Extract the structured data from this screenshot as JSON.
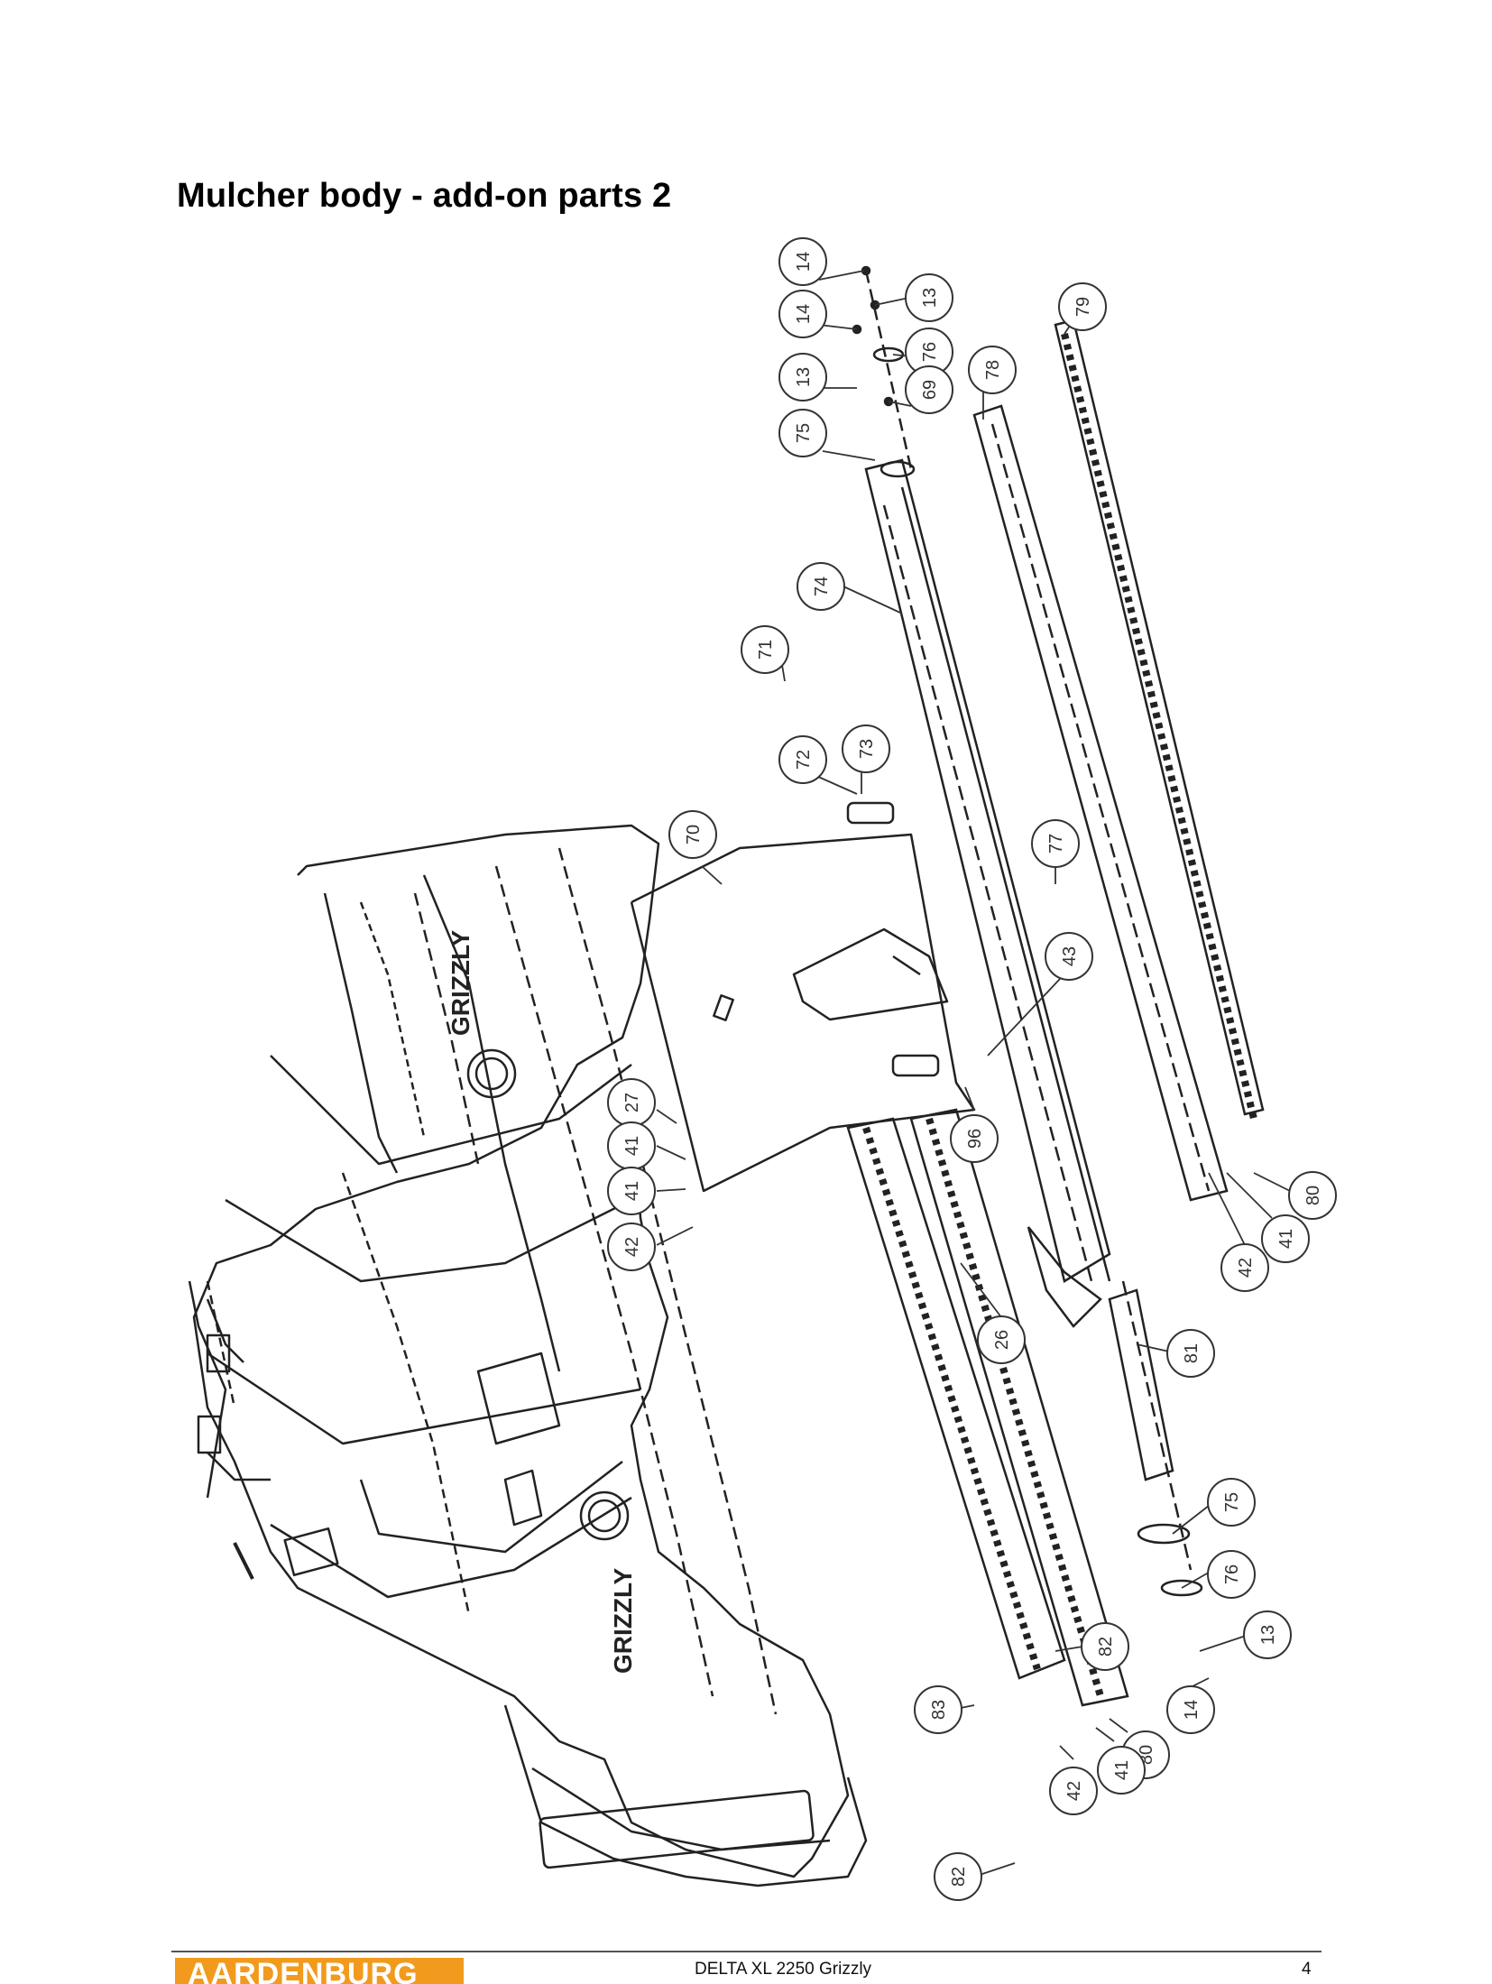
{
  "title": "Mulcher body - add-on parts 2",
  "footer": {
    "brand": "AARDENBURG",
    "model": "DELTA XL 2250 Grizzly",
    "page_number": "4"
  },
  "drawing": {
    "decals": [
      "GRIZZLY",
      "GRIZZLY"
    ],
    "callouts": [
      "14",
      "13",
      "14",
      "76",
      "13",
      "69",
      "75",
      "78",
      "79",
      "74",
      "71",
      "72",
      "73",
      "70",
      "77",
      "43",
      "27",
      "41",
      "41",
      "42",
      "96",
      "26",
      "81",
      "80",
      "41",
      "42",
      "75",
      "76",
      "13",
      "14",
      "82",
      "83",
      "80",
      "41",
      "42",
      "82"
    ]
  }
}
